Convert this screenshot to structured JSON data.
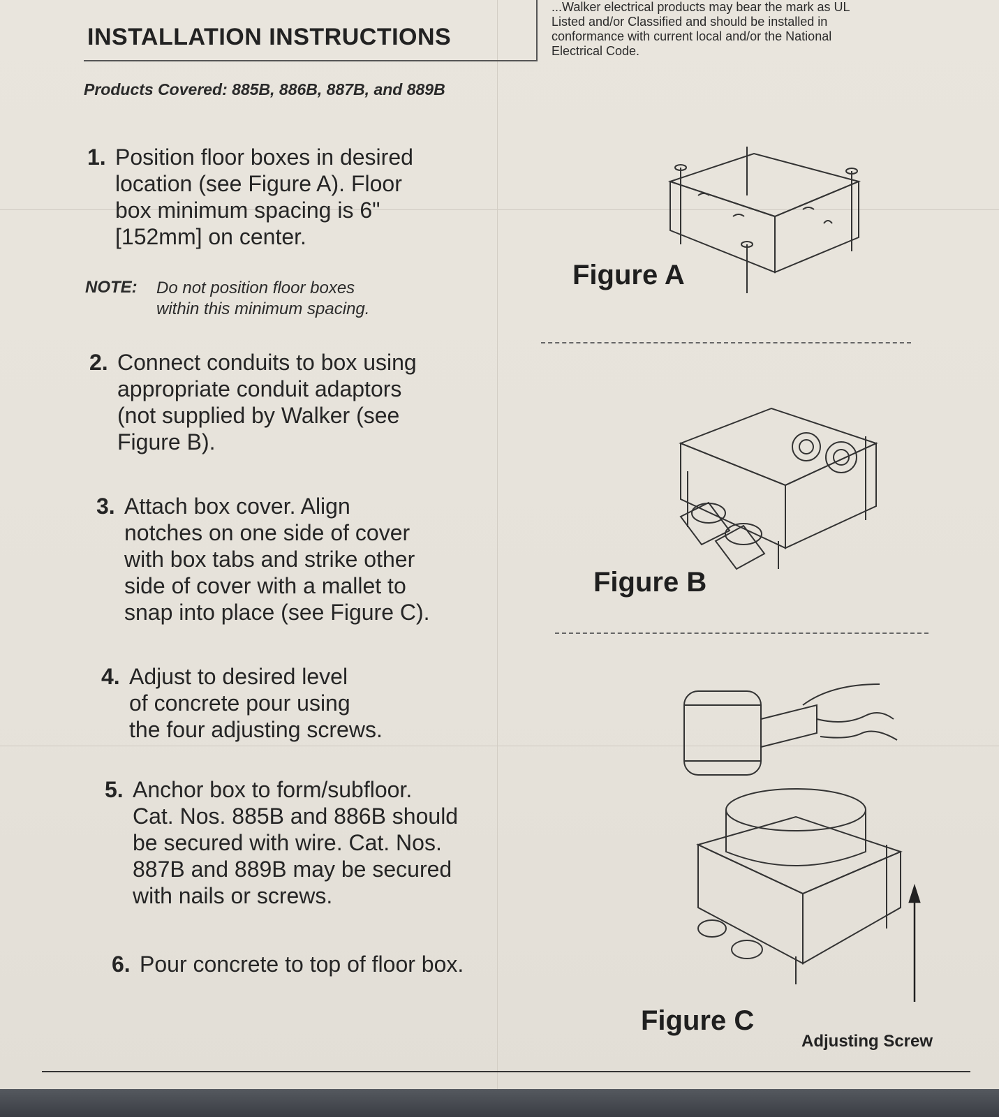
{
  "header": {
    "title": "INSTALLATION INSTRUCTIONS",
    "ul_note": "...Walker electrical products may bear the mark as UL Listed and/or Classified and should be installed in conformance with current local and/or the National Electrical Code."
  },
  "products_covered": "Products Covered: 885B, 886B, 887B, and 889B",
  "steps": [
    {
      "num": "1.",
      "text": "Position floor boxes in desired\nlocation (see Figure A). Floor\nbox minimum spacing is 6\"\n[152mm] on center."
    },
    {
      "num": "2.",
      "text": "Connect conduits to box using\nappropriate conduit adaptors\n(not supplied by Walker (see\nFigure B)."
    },
    {
      "num": "3.",
      "text": "Attach box cover. Align\nnotches on one side of cover\nwith box tabs and strike other\nside of cover with a mallet to\nsnap into place (see Figure C)."
    },
    {
      "num": "4.",
      "text": "Adjust to desired level\nof concrete pour using\nthe four adjusting screws."
    },
    {
      "num": "5.",
      "text": "Anchor box to form/subfloor.\nCat. Nos. 885B and 886B should\nbe secured with wire. Cat. Nos.\n887B and 889B may be secured\nwith nails or screws."
    },
    {
      "num": "6.",
      "text": "Pour concrete to top of floor box."
    }
  ],
  "note": {
    "label": "NOTE:",
    "text": "Do not position floor boxes\nwithin this minimum spacing."
  },
  "figures": {
    "a": "Figure A",
    "b": "Figure B",
    "c": "Figure C",
    "c_callout": "Adjusting Screw"
  }
}
